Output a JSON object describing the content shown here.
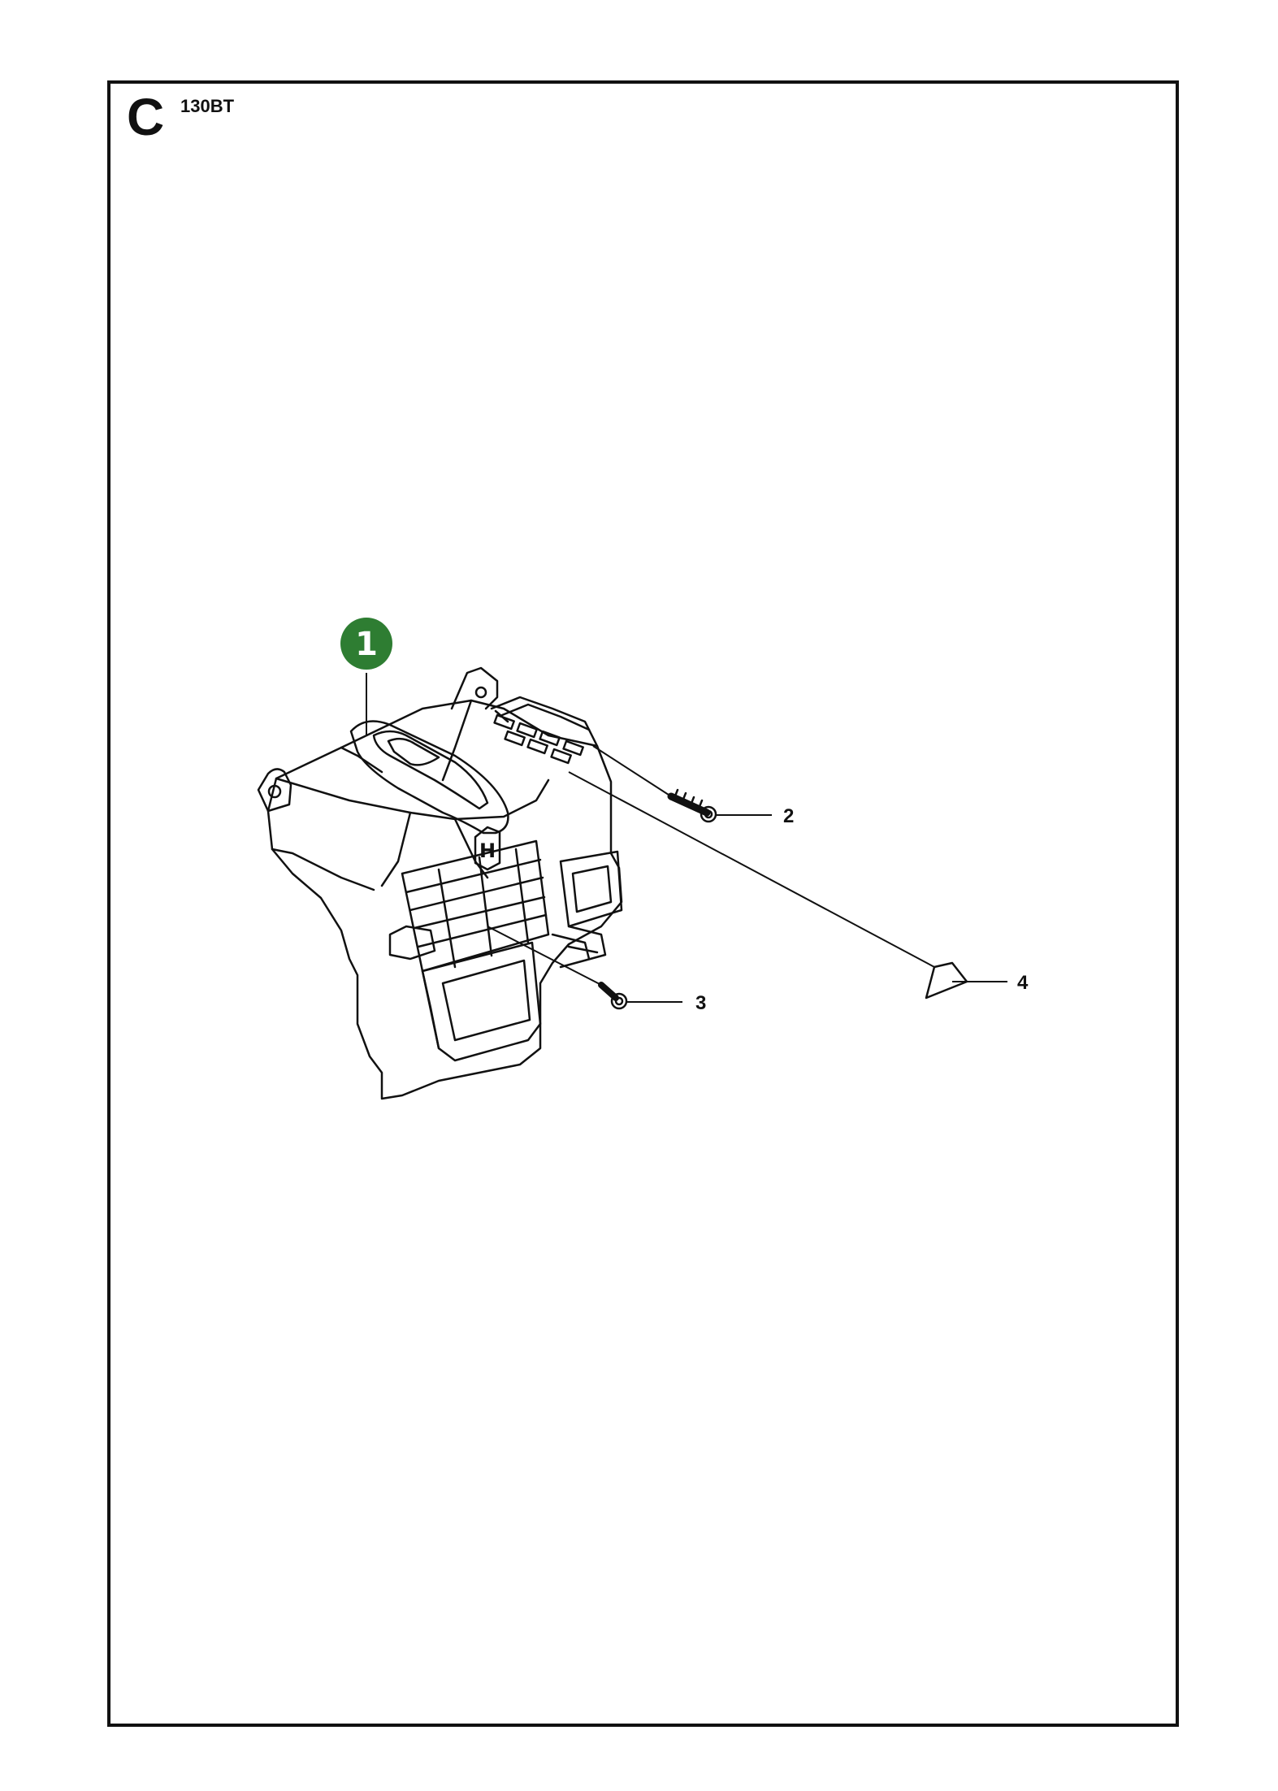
{
  "header": {
    "section_letter": "C",
    "model": "130BT"
  },
  "colors": {
    "badge": "#2e7d32",
    "ink": "#111111"
  },
  "callouts": [
    {
      "id": "1",
      "label": "1",
      "highlighted": true
    },
    {
      "id": "2",
      "label": "2",
      "highlighted": false
    },
    {
      "id": "3",
      "label": "3",
      "highlighted": false
    },
    {
      "id": "4",
      "label": "4",
      "highlighted": false
    }
  ]
}
